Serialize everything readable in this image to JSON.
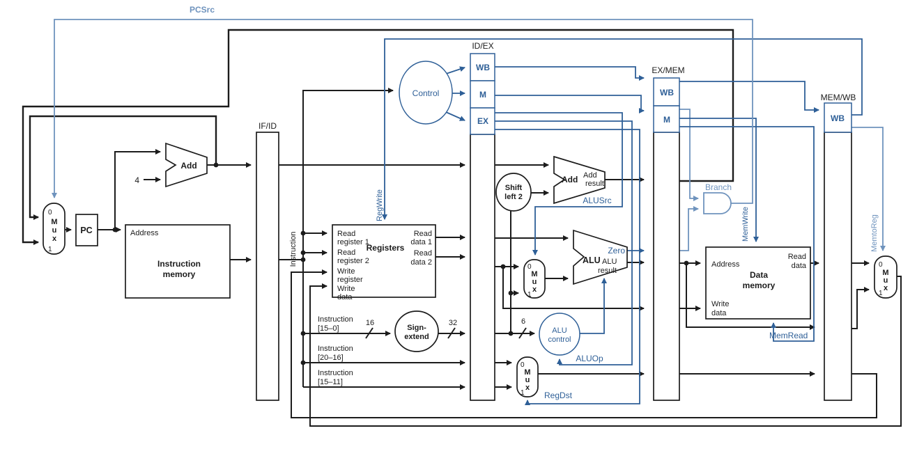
{
  "colors": {
    "wire": "#1c1c1c",
    "blue": "#2e5f97",
    "light_blue": "#6f93bd",
    "background": "#ffffff"
  },
  "pipeline_registers": {
    "if_id": "IF/ID",
    "id_ex": "ID/EX",
    "ex_mem": "EX/MEM",
    "mem_wb": "MEM/WB",
    "wb": "WB",
    "m": "M",
    "ex": "EX"
  },
  "blocks": {
    "pc": "PC",
    "control": "Control",
    "instruction_memory": [
      "Instruction",
      "memory"
    ],
    "registers": "Registers",
    "data_memory": [
      "Data",
      "memory"
    ],
    "sign_extend": [
      "Sign-",
      "extend"
    ],
    "shift_left_2": [
      "Shift",
      "left 2"
    ],
    "alu_control": [
      "ALU",
      "control"
    ],
    "add": "Add",
    "add_result": [
      "Add",
      "result"
    ],
    "alu": "ALU",
    "alu_result": [
      "ALU",
      "result"
    ]
  },
  "ports": {
    "address": "Address",
    "read_register_1": [
      "Read",
      "register 1"
    ],
    "read_register_2": [
      "Read",
      "register 2"
    ],
    "write_register": [
      "Write",
      "register"
    ],
    "write_data": [
      "Write",
      "data"
    ],
    "read_data_1": [
      "Read",
      "data 1"
    ],
    "read_data_2": [
      "Read",
      "data 2"
    ],
    "read_data": [
      "Read",
      "data"
    ],
    "zero": "Zero"
  },
  "signals": {
    "pcsrc": "PCSrc",
    "regwrite": "RegWrite",
    "branch": "Branch",
    "memwrite": "MemWrite",
    "memread": "MemRead",
    "memtoreg": "MemtoReg",
    "alusrc": "ALUSrc",
    "aluop": "ALUOp",
    "regdst": "RegDst"
  },
  "buses": {
    "instruction": "Instruction",
    "instr_15_0": [
      "Instruction",
      "[15–0]"
    ],
    "instr_20_16": [
      "Instruction",
      "[20–16]"
    ],
    "instr_15_11": [
      "Instruction",
      "[15–11]"
    ],
    "width_16": "16",
    "width_32": "32",
    "width_6": "6",
    "const_4": "4"
  },
  "mux": {
    "zero": "0",
    "m": "M",
    "u": "u",
    "x": "x",
    "one": "1"
  }
}
